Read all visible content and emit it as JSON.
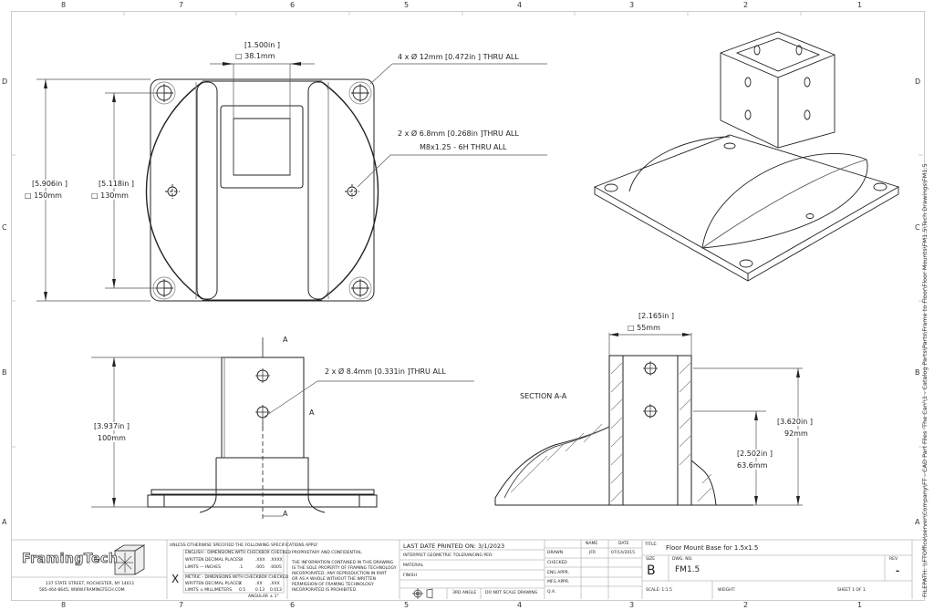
{
  "border": {
    "zones_top": [
      "8",
      "7",
      "6",
      "5",
      "4",
      "3",
      "2",
      "1"
    ],
    "zones_bottom": [
      "8",
      "7",
      "6",
      "5",
      "4",
      "3",
      "2",
      "1"
    ],
    "zones_left": [
      "D",
      "C",
      "B",
      "A"
    ],
    "zones_right": [
      "D",
      "C",
      "B",
      "A"
    ]
  },
  "top_view": {
    "dim_square_in": "[1.500in ]",
    "dim_square_mm": "□ 38.1mm",
    "dim_outer_in": "[5.906in ]",
    "dim_outer_mm": "□ 150mm",
    "dim_bolt_in": "[5.118in ]",
    "dim_bolt_mm": "□ 130mm",
    "callout_corner_holes": "4 x  Ø 12mm  [0.472in ] THRU ALL",
    "callout_side_holes_1": "2 x  Ø 6.8mm  [0.268in ]THRU ALL",
    "callout_side_holes_2": "M8x1.25 - 6H THRU ALL"
  },
  "side_view": {
    "section_label_top": "A",
    "section_label_bottom": "A",
    "callout_tube_holes": "2 x  Ø 8.4mm  [0.331in ]THRU ALL",
    "dim_height_in": "[3.937in ]",
    "dim_height_mm": "100mm"
  },
  "section_view": {
    "title": "SECTION A-A",
    "dim_width_in": "[2.165in ]",
    "dim_width_mm": "□  55mm",
    "dim_hole_top_in": "[3.620in ]",
    "dim_hole_top_mm": "92mm",
    "dim_hole_low_in": "[2.502in ]",
    "dim_hole_low_mm": "63.6mm"
  },
  "title_block": {
    "company": "FramingTech",
    "address_1": "137 STATE STREET, ROCHESTER, NY 14611",
    "address_2": "585-464-8645, WWW.FRAMINGTECH.COM",
    "tolerance_header": "UNLESS OTHERWISE SPECIFIED THE FOLLOWING SPECIFICATIONS APPLY",
    "tolerance_english_title": "ENGLISH - DIMENSIONS WITH CHECKBOX CHECKED",
    "tolerance_english_rows": [
      [
        "WRITTEN DECIMAL PLACES",
        ".X",
        ".XXX",
        ".XXXX"
      ],
      [
        "LIMITS — INCHES",
        ".1",
        ".005",
        ".0005"
      ]
    ],
    "tolerance_metric_title": "METRIC - DIMENSIONS WITH CHECKBOX CHECKED",
    "tolerance_metric_rows": [
      [
        "WRITTEN DECIMAL PLACES",
        "X",
        ".XX",
        ".XXX"
      ],
      [
        "LIMITS ± MILLIMETERS",
        "0.5",
        "0.13",
        "0.013"
      ]
    ],
    "metric_checked_mark": "X",
    "angular": "ANGULAR ± 1°",
    "proprietary_title": "PROPRIETARY AND CONFIDENTIAL",
    "proprietary_text": [
      "THE INFORMATION CONTAINED IN THIS DRAWING",
      "IS THE SOLE PROPERTY OF FRAMING TECHNOLOGY",
      "INCORPORATED. ANY REPRODUCTION IN PART",
      "OR AS A WHOLE WITHOUT THE WRITTEN",
      "PERMISSION OF FRAMING TECHNOLOGY",
      "INCORPORATED IS PROHIBITED."
    ],
    "last_printed": "LAST DATE PRINTED ON: 3/1/2023",
    "interpret": "INTERPRET GEOMETRIC TOLERANCING PER:",
    "material": "MATERIAL",
    "finish": "FINISH",
    "third_angle": "3RD ANGLE",
    "do_not_scale": "DO NOT SCALE DRAWING",
    "approvals_header": [
      "",
      "NAME",
      "DATE"
    ],
    "approvals": [
      [
        "DRAWN",
        "JFR",
        "07/14/2015"
      ],
      [
        "CHECKED",
        "",
        ""
      ],
      [
        "ENG APPR.",
        "",
        ""
      ],
      [
        "MFG APPR.",
        "",
        ""
      ],
      [
        "Q.A.",
        "",
        ""
      ]
    ],
    "title_label": "TITLE:",
    "title_value": "Floor Mount Base for 1.5x1.5",
    "size_label": "SIZE",
    "size_value": "B",
    "dwg_no_label": "DWG. NO.",
    "dwg_no_value": "FM1.5",
    "rev_label": "REV",
    "rev_value": "-",
    "scale": "SCALE: 1:1.5",
    "weight": "WEIGHT:",
    "sheet": "SHEET 1 OF 1"
  },
  "filepath": "FILEPATH: \\\\FTOffice\\server\\Company\\FT - CAD Part Files 'The Can'\\1 - Catalog Parts\\Parts\\Frame to Floor\\Floor Mounts\\FM1.5\\Tech Drawings\\FM1.5"
}
